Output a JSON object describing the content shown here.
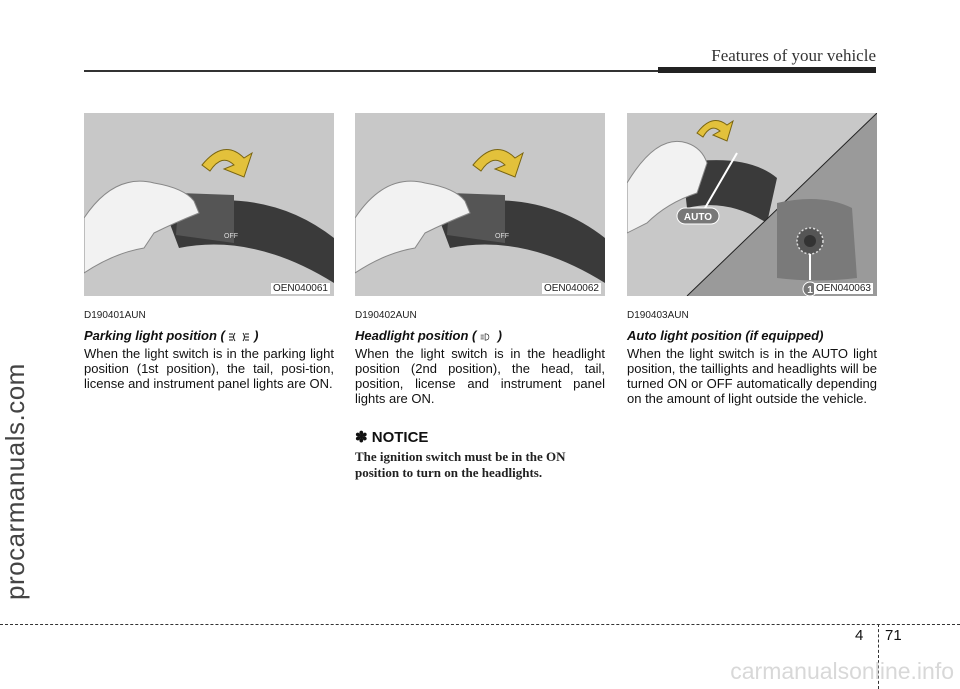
{
  "header": {
    "title": "Features of your vehicle"
  },
  "watermark_side": "procarmanuals.com",
  "watermark_bottom": "carmanualsonline.info",
  "columns": [
    {
      "figure_id": "OEN040061",
      "code": "D190401AUN",
      "heading": "Parking light position (",
      "heading_close": ")",
      "icon": "parking-light-icon",
      "body": "When the light switch is in the parking light position (1st position), the tail, posi-tion, license and instrument panel lights are ON."
    },
    {
      "figure_id": "OEN040062",
      "code": "D190402AUN",
      "heading": "Headlight position (",
      "heading_close": ")",
      "icon": "headlight-icon",
      "body": "When the light switch is in the headlight position (2nd position), the head, tail, position, license and instrument panel lights are ON."
    },
    {
      "figure_id": "OEN040063",
      "code": "D190403AUN",
      "heading": "Auto light position (if equipped)",
      "body": "When the light switch is in the AUTO light position, the taillights and headlights will be turned ON or OFF automatically depending on the amount of light outside the vehicle.",
      "callout_label": "AUTO",
      "callout_number": "1"
    }
  ],
  "notice": {
    "title": "✽ NOTICE",
    "text": "The ignition switch must be in the ON position to turn on the headlights."
  },
  "switch_labels": {
    "off": "OFF"
  },
  "footer": {
    "chapter": "4",
    "page": "71"
  }
}
